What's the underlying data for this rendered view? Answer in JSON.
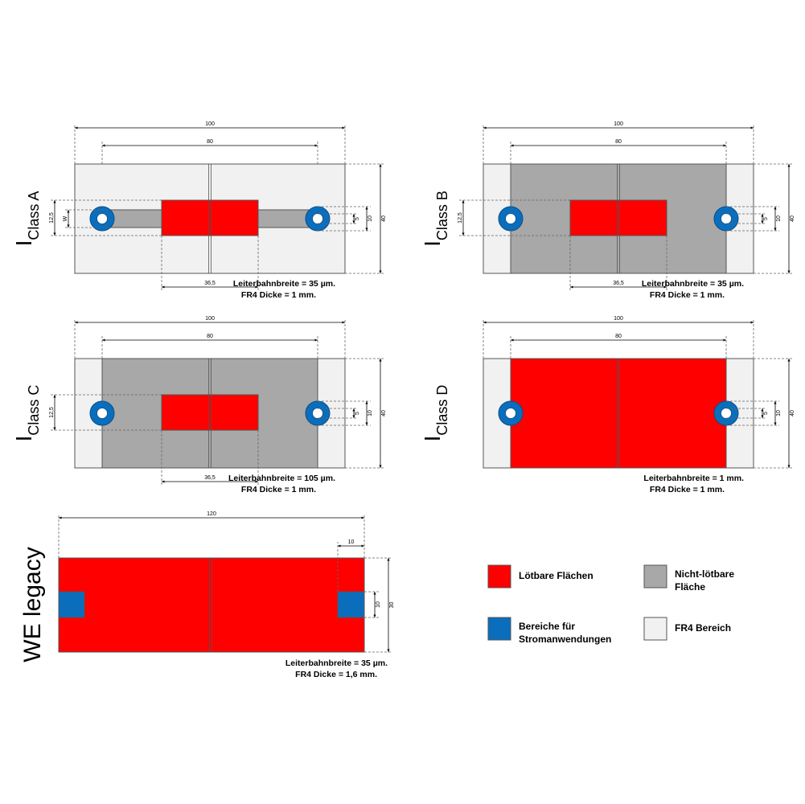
{
  "colors": {
    "solderable": "#ff0000",
    "non_solderable": "#a8a8a8",
    "current": "#0a6ebd",
    "fr4": "#f1f1f1",
    "outline": "#555555"
  },
  "panels": [
    {
      "id": "A",
      "title_main": "I",
      "title_sub": "Class A",
      "dims": {
        "width_total": "100",
        "width_inner": "80",
        "center_width": "36,5",
        "height_left": "12,5",
        "w_label": "W",
        "height_total": "40",
        "small_5": "5",
        "small_10": "10"
      },
      "notes": [
        "Leiterbahnbreite = 35 µm.",
        "FR4 Dicke = 1 mm."
      ]
    },
    {
      "id": "B",
      "title_main": "I",
      "title_sub": "Class B",
      "dims": {
        "width_total": "100",
        "width_inner": "80",
        "center_width": "36,5",
        "height_left": "12,5",
        "height_total": "40",
        "small_5": "5",
        "small_10": "10"
      },
      "notes": [
        "Leiterbahnbreite = 35 µm.",
        "FR4 Dicke = 1 mm."
      ]
    },
    {
      "id": "C",
      "title_main": "I",
      "title_sub": "Class C",
      "dims": {
        "width_total": "100",
        "width_inner": "80",
        "center_width": "36,5",
        "height_left": "12,5",
        "height_total": "40",
        "small_5": "5",
        "small_10": "10"
      },
      "notes": [
        "Leiterbahnbreite = 105 µm.",
        "FR4 Dicke = 1 mm."
      ]
    },
    {
      "id": "D",
      "title_main": "I",
      "title_sub": "Class D",
      "dims": {
        "width_total": "100",
        "width_inner": "80",
        "height_total": "40",
        "small_5": "5",
        "small_10": "10"
      },
      "notes": [
        "Leiterbahnbreite = 1 mm.",
        "FR4 Dicke = 1 mm."
      ]
    }
  ],
  "legacy": {
    "title": "WE legacy",
    "dims": {
      "width_total": "120",
      "pad_width": "10",
      "pad_height": "10",
      "height_total": "30"
    },
    "notes": [
      "Leiterbahnbreite = 35 µm.",
      "FR4 Dicke = 1,6 mm."
    ]
  },
  "legend": [
    {
      "key": "solderable",
      "lines": [
        "Lötbare Flächen"
      ]
    },
    {
      "key": "non_solderable",
      "lines": [
        "Nicht-lötbare",
        "Fläche"
      ]
    },
    {
      "key": "current",
      "lines": [
        "Bereiche für",
        "Stromanwendungen"
      ]
    },
    {
      "key": "fr4",
      "lines": [
        "FR4 Bereich"
      ]
    }
  ]
}
